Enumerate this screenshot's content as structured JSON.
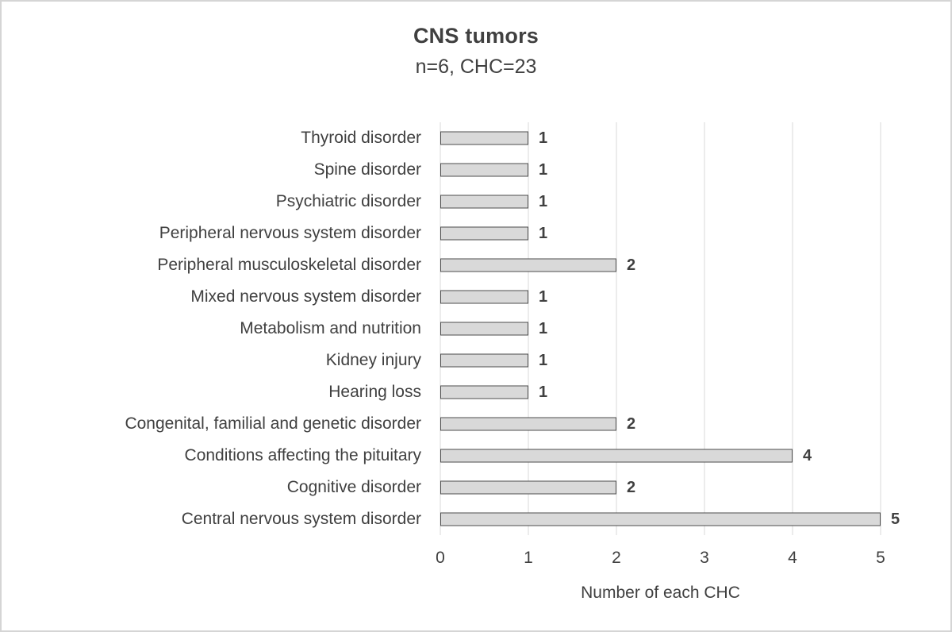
{
  "frame": {
    "background": "#ffffff",
    "border_color": "#d5d5d5"
  },
  "chart_data": {
    "type": "bar",
    "orientation": "horizontal",
    "title": "CNS tumors",
    "subtitle": "n=6, CHC=23",
    "xlabel": "Number of each CHC",
    "ylabel": "",
    "xlim": [
      0,
      5
    ],
    "xticks": [
      0,
      1,
      2,
      3,
      4,
      5
    ],
    "grid": "vertical-gridlines-on",
    "legend": "none",
    "data_labels": "outside-end",
    "categories": [
      "Thyroid disorder",
      "Spine disorder",
      "Psychiatric disorder",
      "Peripheral nervous system disorder",
      "Peripheral musculoskeletal disorder",
      "Mixed nervous system disorder",
      "Metabolism and nutrition",
      "Kidney injury",
      "Hearing loss",
      "Congenital, familial and genetic disorder",
      "Conditions affecting the pituitary",
      "Cognitive disorder",
      "Central nervous system disorder"
    ],
    "values": [
      1,
      1,
      1,
      1,
      2,
      1,
      1,
      1,
      1,
      2,
      4,
      2,
      5
    ],
    "colors": {
      "bar_fill": "#d9d9d9",
      "bar_border": "#4d4d4d",
      "gridline": "#d9d9d9",
      "text": "#404040"
    }
  }
}
